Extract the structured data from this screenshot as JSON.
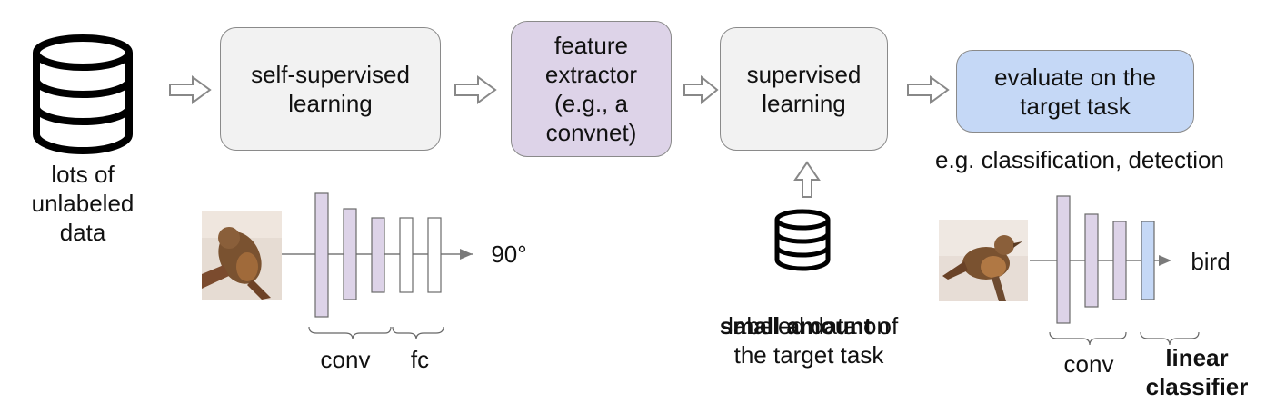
{
  "steps": {
    "ssl": "self-supervised\nlearning",
    "feature": "feature\nextractor\n(e.g., a\nconvnet)",
    "supervised": "supervised\nlearning",
    "evaluate": "evaluate on the\ntarget task"
  },
  "labels": {
    "unlabeled": "lots of\nunlabeled\ndata",
    "examples": "e.g. classification, detection",
    "small_bold": "small amount",
    "small_rest": " of",
    "labeled_tail": "labeled data on\nthe target task",
    "rotation": "90°",
    "bird": "bird",
    "conv1": "conv",
    "fc": "fc",
    "conv2": "conv",
    "linear": "linear\nclassifier"
  },
  "colors": {
    "box_grey": "#f2f2f2",
    "box_purple": "#ddd3e8",
    "box_blue": "#c5d8f6",
    "layer_purple": "#ddd3e8",
    "layer_blue": "#c5d8f6"
  }
}
